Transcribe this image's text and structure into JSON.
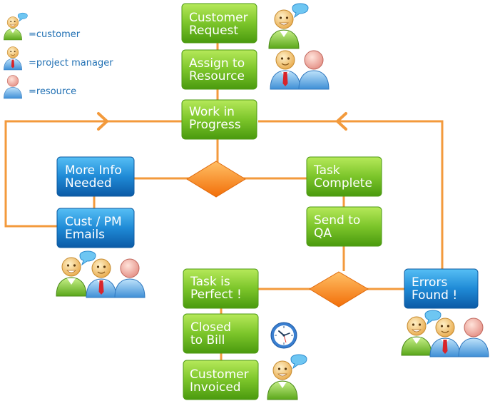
{
  "legend": [
    {
      "role": "customer",
      "label": "=customer"
    },
    {
      "role": "project-manager",
      "label": "=project manager"
    },
    {
      "role": "resource",
      "label": "=resource"
    }
  ],
  "nodes": {
    "customer_request": [
      "Customer",
      "Request"
    ],
    "assign_to_resource": [
      "Assign to",
      "Resource"
    ],
    "work_in_progress": [
      "Work in",
      "Progress"
    ],
    "more_info_needed": [
      "More Info",
      "Needed"
    ],
    "task_complete": [
      "Task",
      "Complete"
    ],
    "cust_pm_emails": [
      "Cust / PM",
      "Emails"
    ],
    "send_to_qa": [
      "Send to",
      "QA"
    ],
    "task_is_perfect": [
      "Task is",
      "Perfect !"
    ],
    "errors_found": [
      "Errors",
      "Found !"
    ],
    "closed_to_bill": [
      "Closed",
      "to Bill"
    ],
    "customer_invoiced": [
      "Customer",
      "Invoiced"
    ]
  },
  "colors": {
    "green_top": "#a6df42",
    "green_bottom": "#4f9c10",
    "blue_top": "#3fb0f0",
    "blue_bottom": "#0c63b3",
    "connector": "#f39a3c",
    "diamond_top": "#ffb24a",
    "diamond_bottom": "#f2730c",
    "legend_text": "#1f6fb3"
  }
}
